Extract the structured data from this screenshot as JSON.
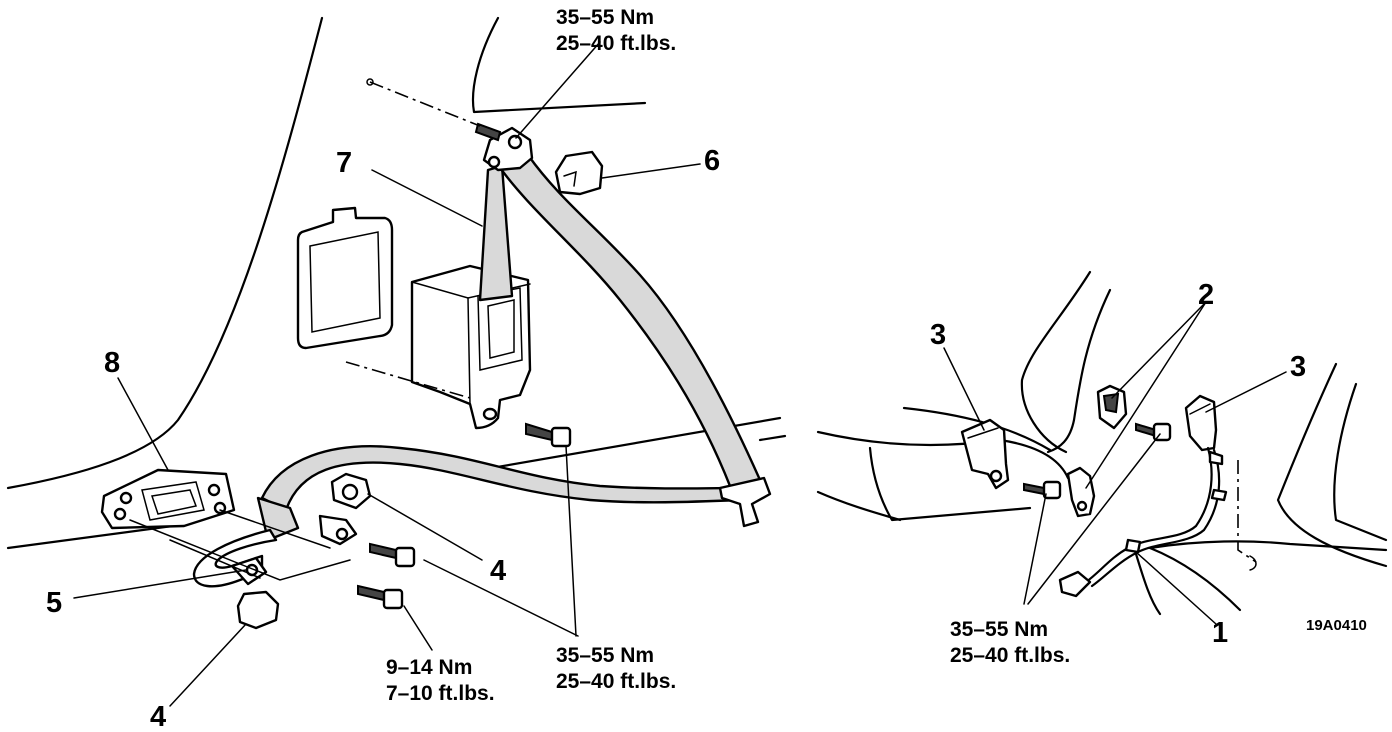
{
  "diagram": {
    "part_numbers": {
      "n1": "1",
      "n2": "2",
      "n3_left": "3",
      "n3_right": "3",
      "n4_upper": "4",
      "n4_lower": "4",
      "n5": "5",
      "n6": "6",
      "n7": "7",
      "n8": "8"
    },
    "torque_specs": {
      "top": {
        "nm": "35–55 Nm",
        "ftlbs": "25–40 ft.lbs."
      },
      "anchor": {
        "nm": "35–55 Nm",
        "ftlbs": "25–40 ft.lbs."
      },
      "small_bolt": {
        "nm": "9–14 Nm",
        "ftlbs": "7–10 ft.lbs."
      },
      "buckle": {
        "nm": "35–55 Nm",
        "ftlbs": "25–40 ft.lbs."
      }
    },
    "figure_code": "19A0410"
  }
}
